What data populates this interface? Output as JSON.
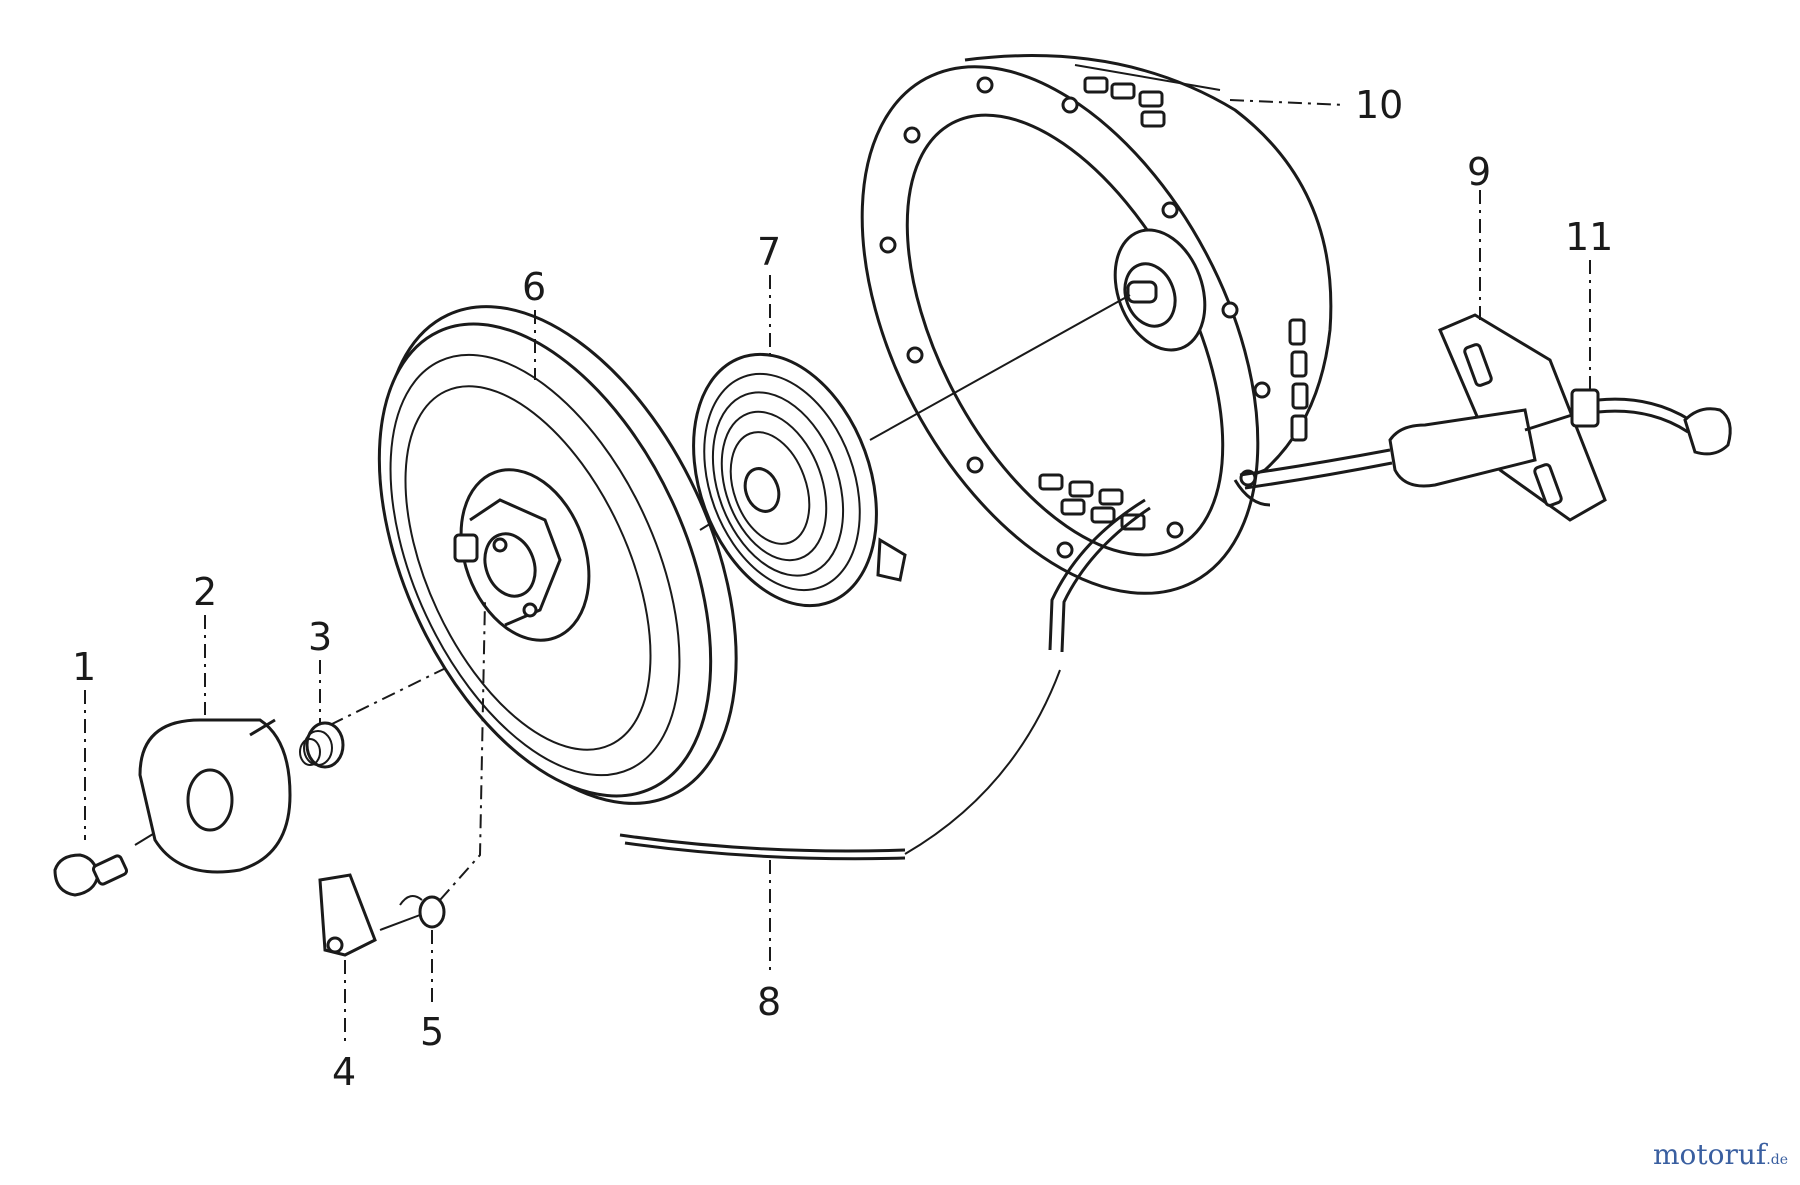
{
  "diagram": {
    "labels": [
      "1",
      "2",
      "3",
      "4",
      "5",
      "6",
      "7",
      "8",
      "9",
      "10",
      "11"
    ]
  },
  "watermark": {
    "brand": "motoruf",
    "suffix": ".de"
  },
  "colors": {
    "ink": "#1a1a1a",
    "watermark": "#3a5fa0"
  }
}
